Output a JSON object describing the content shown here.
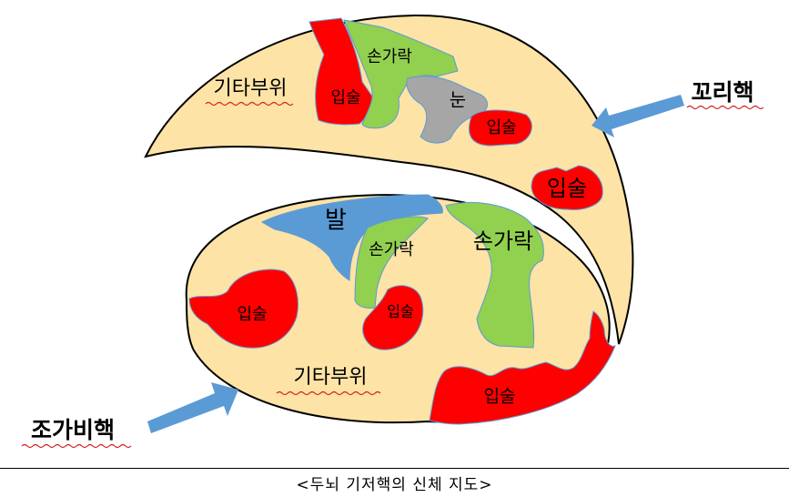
{
  "colors": {
    "background_region": "#fde3a5",
    "mouth": "#ff0000",
    "hand": "#92d050",
    "foot": "#5b9bd5",
    "eye": "#a6a6a6",
    "arrow": "#5b9bd5",
    "outline": "#000000"
  },
  "tail_nucleus": {
    "name": "꼬리핵",
    "labels": {
      "other": "기타부위",
      "mouth_left": "입술",
      "hand": "손가락",
      "eye": "눈",
      "mouth_mid": "입술",
      "mouth_right": "입술"
    }
  },
  "putamen": {
    "name": "조가비핵",
    "labels": {
      "foot": "발",
      "hand_small": "손가락",
      "hand_large": "손가락",
      "mouth_left": "입술",
      "mouth_small": "입술",
      "mouth_bottom": "입술",
      "other": "기타부위"
    }
  },
  "caption": "<두뇌 기저핵의 신체 지도>"
}
